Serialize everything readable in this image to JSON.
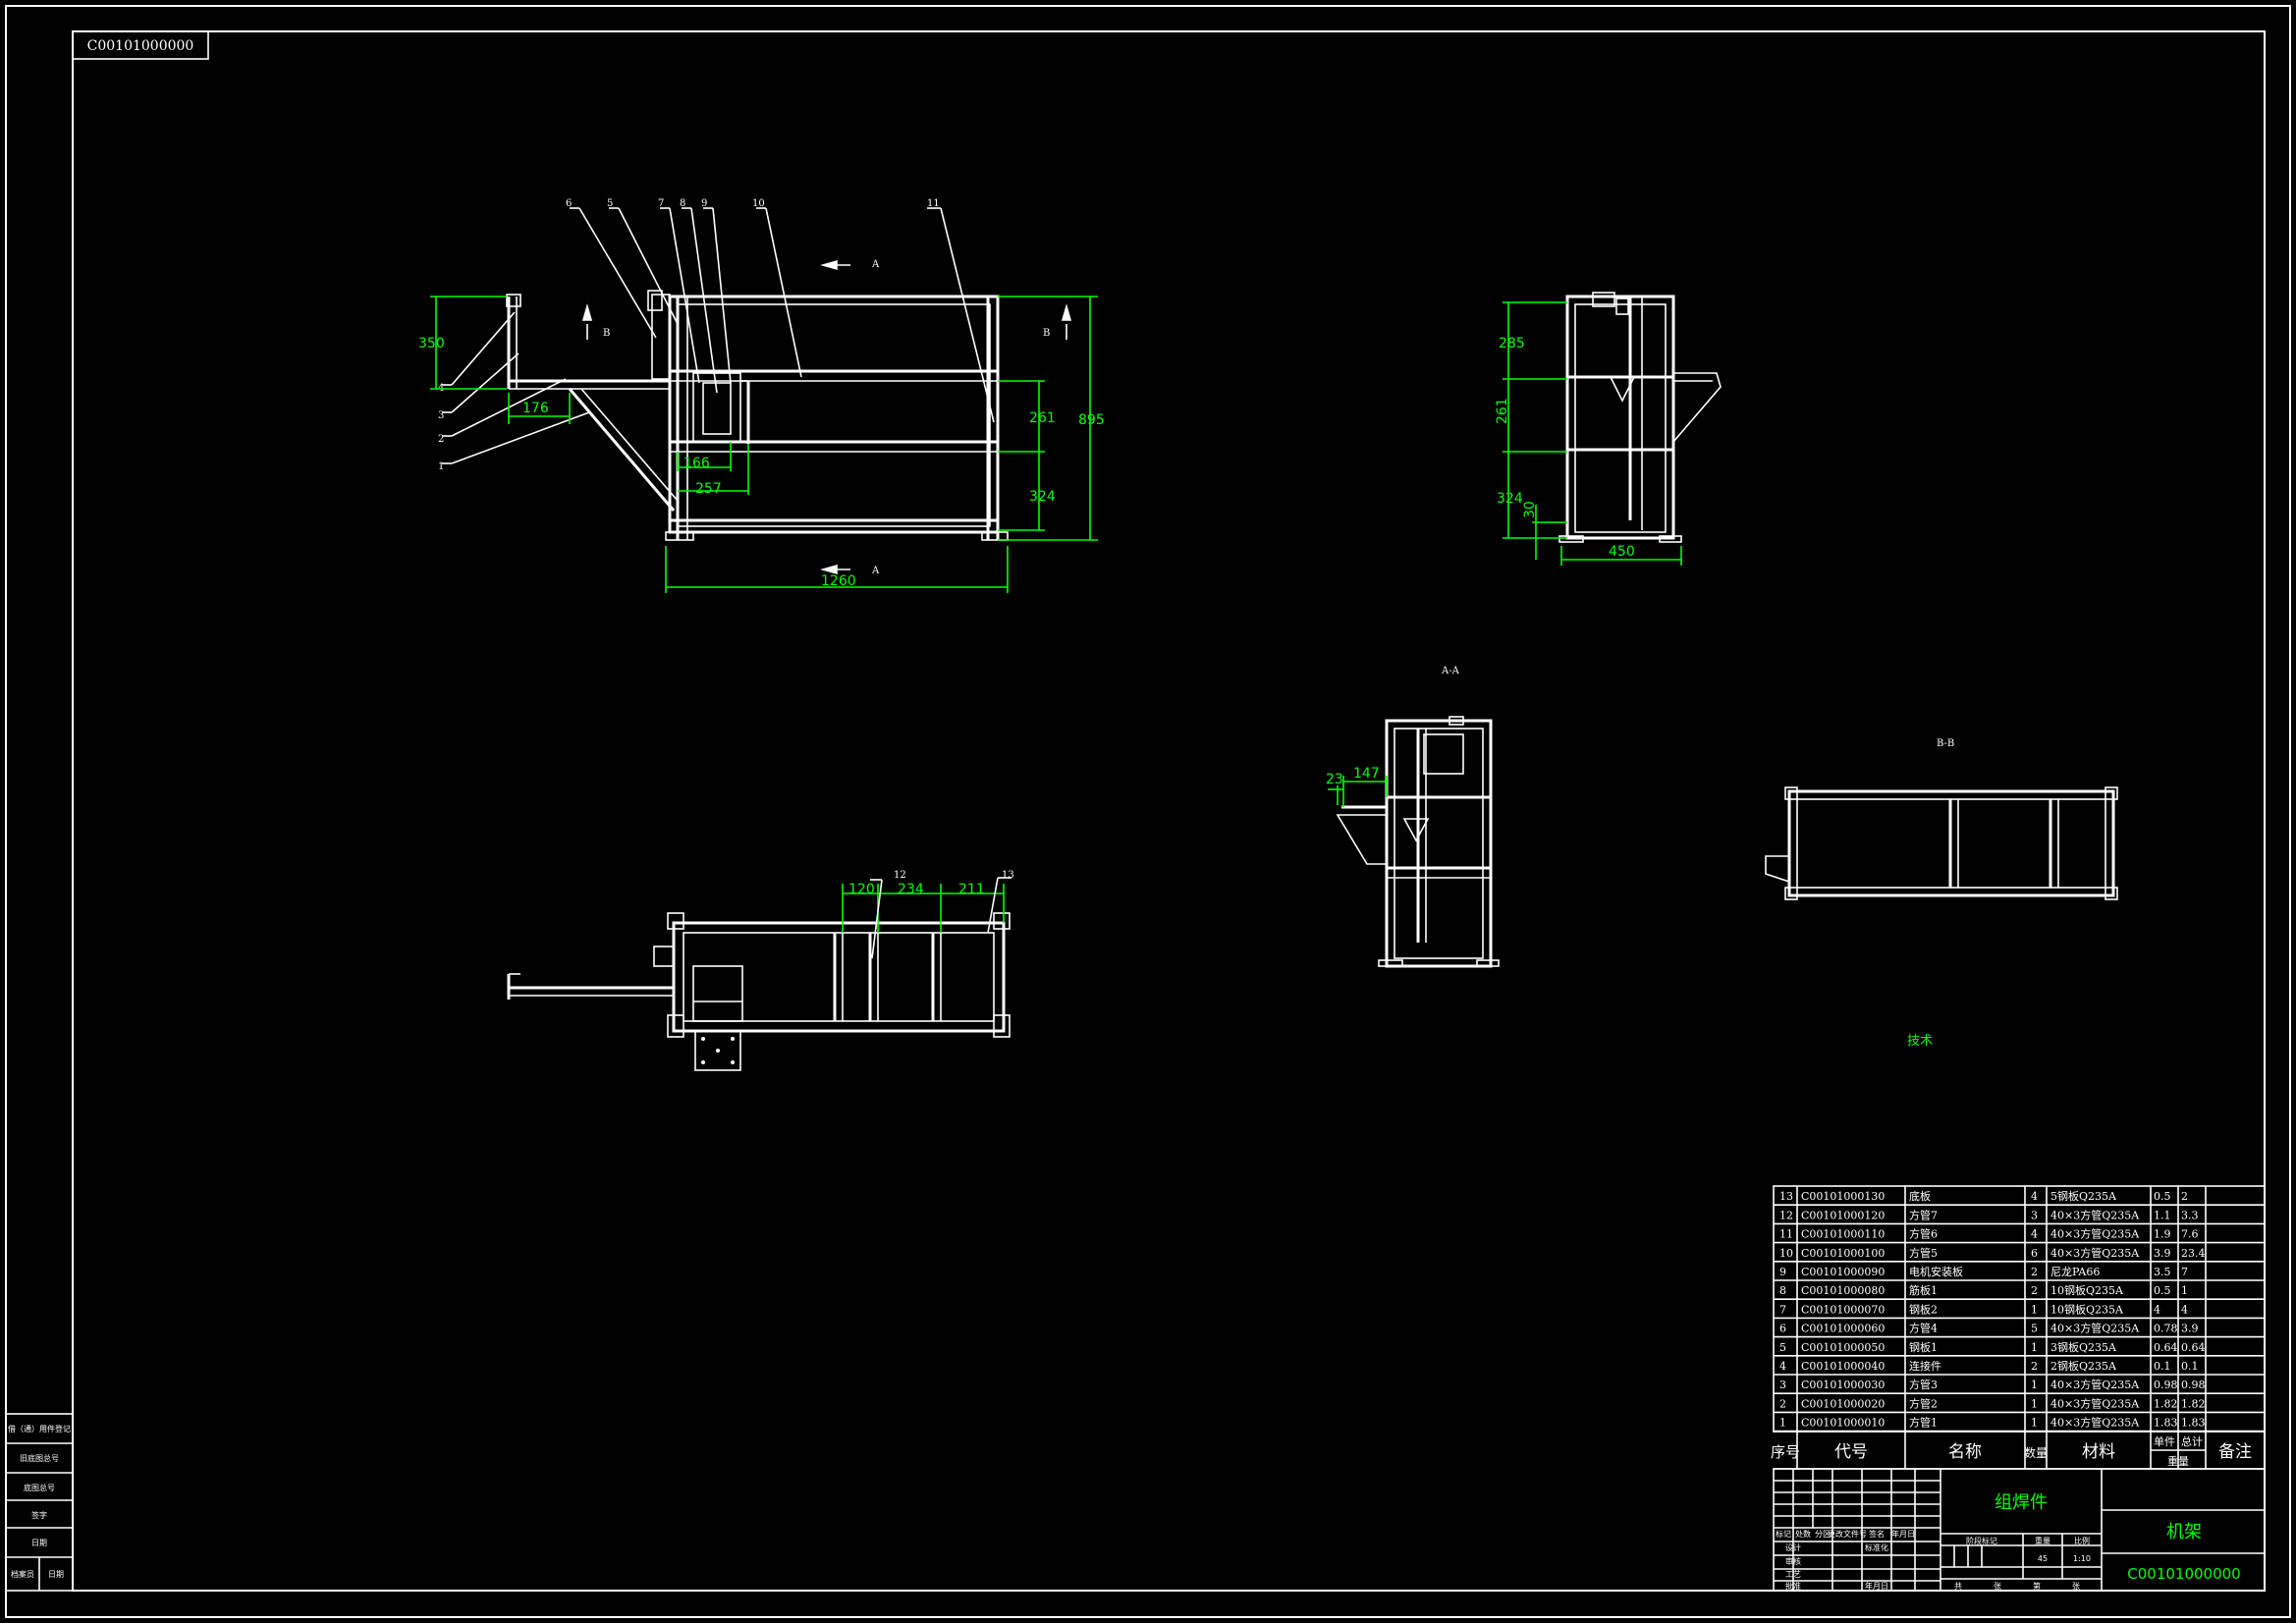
{
  "drawing_number_box": "C00101000000",
  "balloons_front": [
    "1",
    "2",
    "3",
    "4",
    "5",
    "6",
    "7",
    "8",
    "9",
    "10",
    "11"
  ],
  "balloons_top": [
    "12",
    "13"
  ],
  "section_marks": {
    "a": "A",
    "b": "B"
  },
  "front_dims": {
    "h350": "350",
    "w176": "176",
    "w166": "166",
    "w257": "257",
    "h261": "261",
    "h324": "324",
    "h895": "895",
    "w1260": "1260"
  },
  "top_dims": {
    "d120": "120",
    "d234": "234",
    "d211": "211"
  },
  "side_dims": {
    "h285": "285",
    "h261": "261",
    "h324": "324",
    "h30": "30",
    "w450": "450"
  },
  "section_aa": {
    "title": "A-A",
    "d147": "147",
    "d23": "23"
  },
  "section_bb": {
    "title": "B-B"
  },
  "stray_label": "技术",
  "bom_rows": [
    {
      "no": "13",
      "code": "C00101000130",
      "name": "底板",
      "qty": "4",
      "material": "5钢板Q235A",
      "unit": "0.5",
      "total": "2"
    },
    {
      "no": "12",
      "code": "C00101000120",
      "name": "方管7",
      "qty": "3",
      "material": "40×3方管Q235A",
      "unit": "1.1",
      "total": "3.3"
    },
    {
      "no": "11",
      "code": "C00101000110",
      "name": "方管6",
      "qty": "4",
      "material": "40×3方管Q235A",
      "unit": "1.9",
      "total": "7.6"
    },
    {
      "no": "10",
      "code": "C00101000100",
      "name": "方管5",
      "qty": "6",
      "material": "40×3方管Q235A",
      "unit": "3.9",
      "total": "23.4"
    },
    {
      "no": "9",
      "code": "C00101000090",
      "name": "电机安装板",
      "qty": "2",
      "material": "尼龙PA66",
      "unit": "3.5",
      "total": "7"
    },
    {
      "no": "8",
      "code": "C00101000080",
      "name": "筋板1",
      "qty": "2",
      "material": "10钢板Q235A",
      "unit": "0.5",
      "total": "1"
    },
    {
      "no": "7",
      "code": "C00101000070",
      "name": "钢板2",
      "qty": "1",
      "material": "10钢板Q235A",
      "unit": "4",
      "total": "4"
    },
    {
      "no": "6",
      "code": "C00101000060",
      "name": "方管4",
      "qty": "5",
      "material": "40×3方管Q235A",
      "unit": "0.78",
      "total": "3.9"
    },
    {
      "no": "5",
      "code": "C00101000050",
      "name": "钢板1",
      "qty": "1",
      "material": "3钢板Q235A",
      "unit": "0.64",
      "total": "0.64"
    },
    {
      "no": "4",
      "code": "C00101000040",
      "name": "连接件",
      "qty": "2",
      "material": "2钢板Q235A",
      "unit": "0.1",
      "total": "0.1"
    },
    {
      "no": "3",
      "code": "C00101000030",
      "name": "方管3",
      "qty": "1",
      "material": "40×3方管Q235A",
      "unit": "0.98",
      "total": "0.98"
    },
    {
      "no": "2",
      "code": "C00101000020",
      "name": "方管2",
      "qty": "1",
      "material": "40×3方管Q235A",
      "unit": "1.82",
      "total": "1.82"
    },
    {
      "no": "1",
      "code": "C00101000010",
      "name": "方管1",
      "qty": "1",
      "material": "40×3方管Q235A",
      "unit": "1.83",
      "total": "1.83"
    }
  ],
  "bom_header": {
    "no": "序号",
    "code": "代号",
    "name": "名称",
    "qty": "数量",
    "material": "材料",
    "unit": "单件",
    "total": "总计",
    "weight": "重量",
    "remark": "备注"
  },
  "title_block": {
    "assembly_type": "组焊件",
    "part_name": "机架",
    "drawing_no": "C00101000000",
    "scale": "1:10",
    "weight": "45",
    "labels": {
      "mark": "标记",
      "count": "处数",
      "zone": "分区",
      "change_doc": "更改文件号",
      "sign": "签名",
      "date": "年月日",
      "design": "设计",
      "std": "标准化",
      "check": "审核",
      "process": "工艺",
      "approve": "批准",
      "stage": "阶段标记",
      "wt": "重量",
      "ratio": "比例",
      "sheets_total": "共",
      "sheet": "第",
      "zhang1": "张",
      "zhang2": "张"
    }
  },
  "left_strip": [
    "借（通）用件登记",
    "旧底图总号",
    "底图总号",
    "签字",
    "日期",
    "档案员",
    "日期"
  ]
}
